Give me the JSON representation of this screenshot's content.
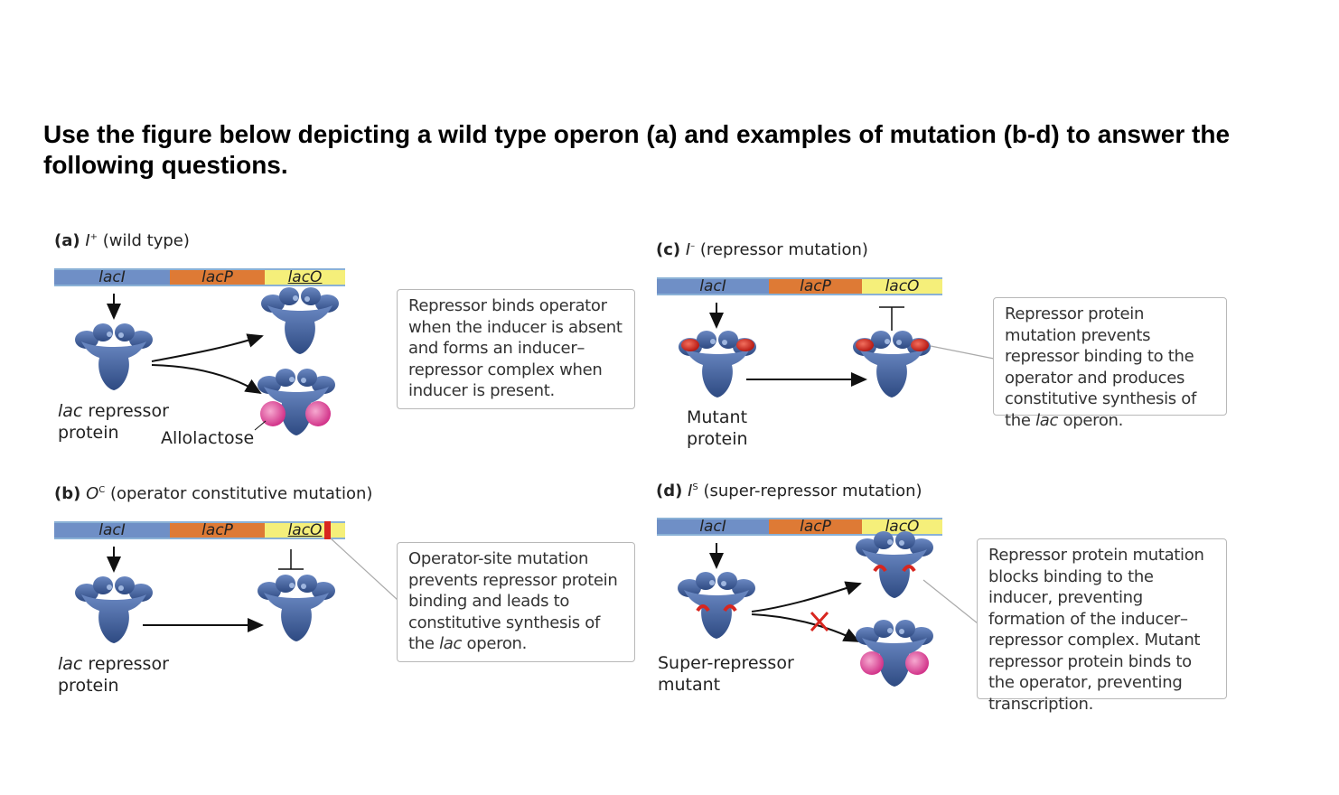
{
  "heading": "Use the figure below depicting a wild type operon (a) and examples of mutation (b-d) to answer the following questions.",
  "genes": {
    "repressor_gene": "lacI",
    "promoter": "lacP",
    "operator": "lacO"
  },
  "panel_a": {
    "letter": "(a)",
    "genotype": "I",
    "genotype_sup": "+",
    "title_suffix": "(wild type)",
    "label_repressor_italic": "lac",
    "label_repressor_rest": "repressor",
    "label_protein": "protein",
    "label_inducer": "Allolactose",
    "callout": "Repressor binds operator when the inducer is absent and forms an inducer–repressor complex when inducer is present."
  },
  "panel_b": {
    "letter": "(b)",
    "genotype": "O",
    "genotype_sup": "C",
    "title_suffix": "(operator constitutive mutation)",
    "label_repressor_italic": "lac",
    "label_repressor_rest": "repressor",
    "label_protein": "protein",
    "callout_part1": "Operator-site mutation prevents repressor protein binding and leads to constitutive synthesis of the",
    "callout_italic": "lac",
    "callout_part2": "operon."
  },
  "panel_c": {
    "letter": "(c)",
    "genotype": "I",
    "genotype_sup": "–",
    "title_suffix": "(repressor mutation)",
    "label_line1": "Mutant",
    "label_line2": "protein",
    "callout_part1": "Repressor protein mutation prevents repressor binding to the operator and produces constitutive synthesis of the",
    "callout_italic": "lac",
    "callout_part2": "operon."
  },
  "panel_d": {
    "letter": "(d)",
    "genotype": "I",
    "genotype_sup": "S",
    "title_suffix": "(super-repressor mutation)",
    "label_line1": "Super-repressor",
    "label_line2": "mutant",
    "callout": "Repressor protein mutation blocks binding to the inducer, preventing formation of the inducer–repressor complex. Mutant repressor protein binds to the operator, preventing transcription."
  },
  "colors": {
    "repressor": "#3c5a93",
    "gene_i": "#6f8fc6",
    "promoter": "#de7a35",
    "operator": "#f5ef7a",
    "inducer": "#e0559e",
    "mutation": "#d8261f"
  }
}
